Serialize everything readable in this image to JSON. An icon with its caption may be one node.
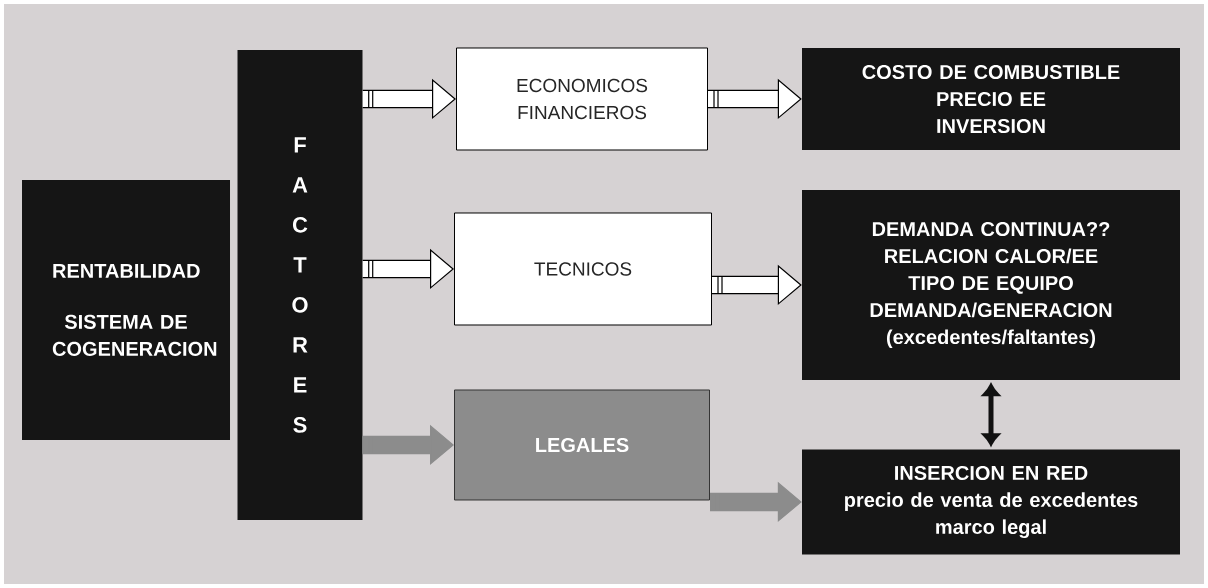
{
  "diagram": {
    "nodes": [
      {
        "text": [
          "RENTABILIDAD",
          "SISTEMA DE COGENERACION"
        ]
      },
      {
        "text": [
          "FACTORES"
        ]
      },
      {
        "text": [
          "ECONOMICOS FINANCIEROS"
        ]
      },
      {
        "text": [
          "TECNICOS"
        ]
      },
      {
        "text": [
          "LEGALES"
        ]
      },
      {
        "text": [
          "COSTO DE COMBUSTIBLE",
          "PRECIO  EE",
          "INVERSION"
        ]
      },
      {
        "text": [
          "DEMANDA CONTINUA??",
          "RELACION CALOR/EE",
          "TIPO DE EQUIPO",
          "DEMANDA/GENERACION",
          "(excedentes/faltantes)"
        ]
      },
      {
        "text": [
          "INSERCION EN RED",
          "precio de venta de excedentes",
          "marco legal"
        ]
      }
    ],
    "edges": [
      {
        "from": 1,
        "to": 2,
        "arrow": "to"
      },
      {
        "from": 1,
        "to": 3,
        "arrow": "to"
      },
      {
        "from": 1,
        "to": 4,
        "arrow": "to",
        "color": "#8c8c8c"
      },
      {
        "from": 2,
        "to": 5,
        "arrow": "to"
      },
      {
        "from": 3,
        "to": 6,
        "arrow": "to"
      },
      {
        "from": 4,
        "to": 7,
        "arrow": "to",
        "color": "#8c8c8c"
      },
      {
        "from": 6,
        "to": 7,
        "arrow": "both",
        "color": "#111111"
      }
    ]
  }
}
